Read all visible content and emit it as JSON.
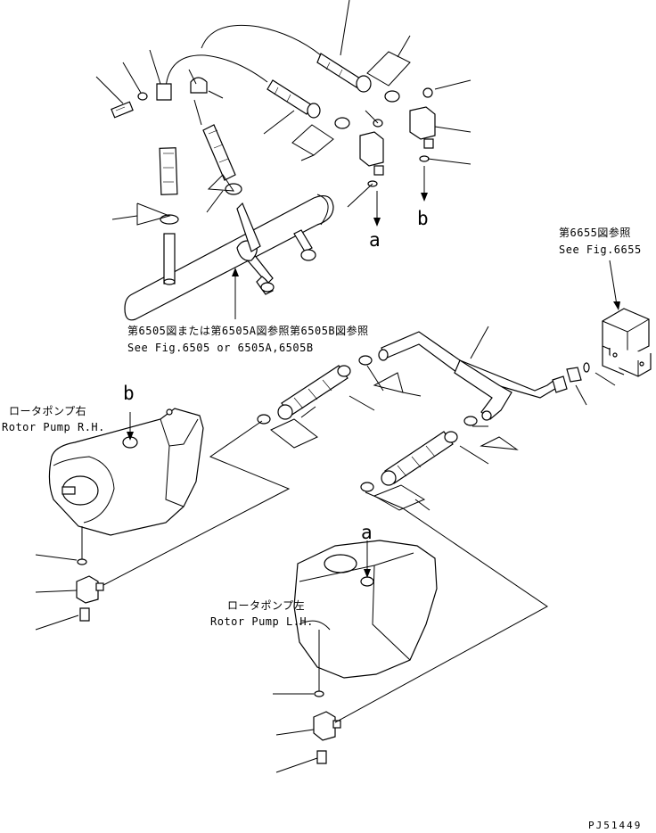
{
  "callouts": {
    "top_a": "a",
    "top_b": "b",
    "rh_b": "b",
    "lh_a": "a"
  },
  "refs": {
    "fig6655_jp": "第6655図参照",
    "fig6655_en": "See Fig.6655",
    "fig6505_jp": "第6505図または第6505A図参照第6505B図参照",
    "fig6505_en": "See Fig.6505 or 6505A,6505B"
  },
  "pumps": {
    "rh_jp": "ロータポンプ右",
    "rh_en": "Rotor Pump R.H.",
    "lh_jp": "ロータポンプ左",
    "lh_en": "Rotor Pump L.H."
  },
  "drawing_code": "PJ51449"
}
